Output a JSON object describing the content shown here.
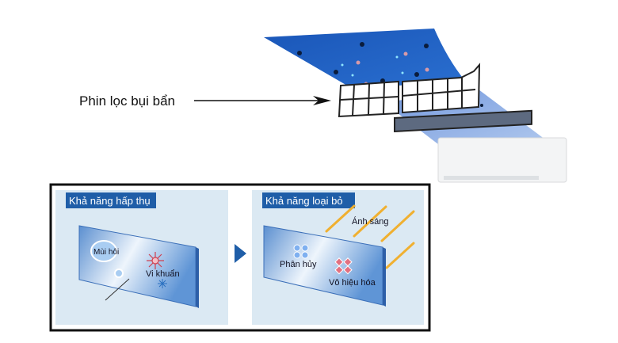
{
  "top": {
    "filter_label": "Phin lọc bụi bẩn"
  },
  "left_panel": {
    "title": "Khả năng hấp thụ",
    "odor_label": "Mùi hôi",
    "bacteria_label": "Vi khuẩn"
  },
  "right_panel": {
    "title": "Khả năng loại bỏ",
    "light_label": "Ánh sáng",
    "decompose_label": "Phân hủy",
    "deactivate_label": "Vô hiệu hóa"
  },
  "colors": {
    "label_bg": "#1f5ea8",
    "sheet": "#1f5fbf",
    "panel_bg": "#dbe9f3",
    "glass": "#6ea3d8",
    "light": "#f0b030"
  }
}
